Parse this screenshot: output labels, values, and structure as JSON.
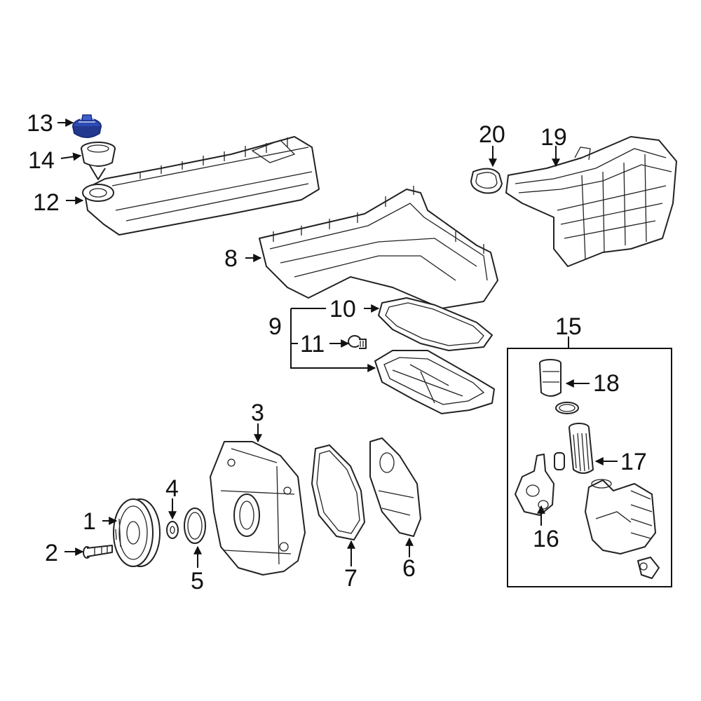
{
  "diagram": {
    "highlight_color": "#2d4bb4",
    "highlighted_part": "13",
    "callouts": {
      "c1": "1",
      "c2": "2",
      "c3": "3",
      "c4": "4",
      "c5": "5",
      "c6": "6",
      "c7": "7",
      "c8": "8",
      "c9": "9",
      "c10": "10",
      "c11": "11",
      "c12": "12",
      "c13": "13",
      "c14": "14",
      "c15": "15",
      "c16": "16",
      "c17": "17",
      "c18": "18",
      "c19": "19",
      "c20": "20"
    }
  }
}
